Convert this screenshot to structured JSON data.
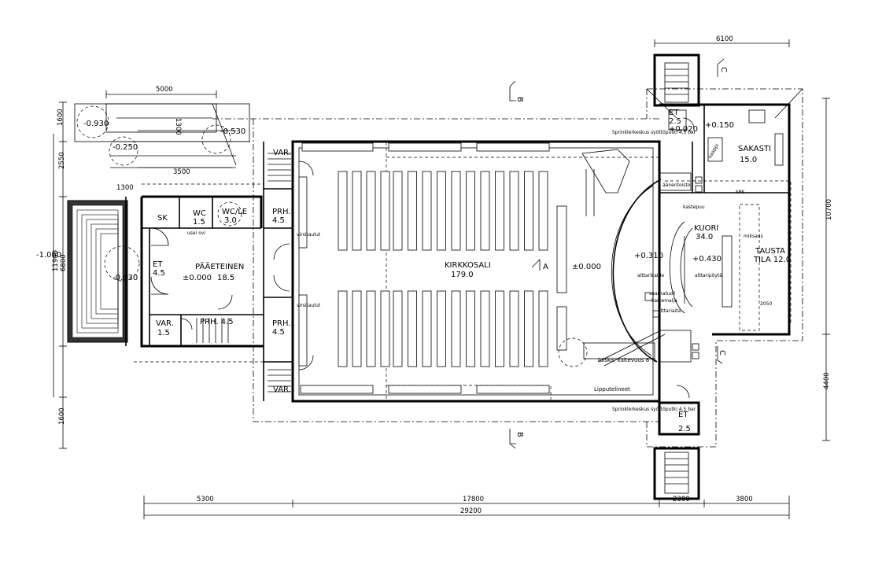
{
  "rooms": {
    "kirkkosali": {
      "name": "KIRKKOSALI",
      "area": "179.0"
    },
    "paaeteinen": {
      "name": "PÄÄETEINEN",
      "area": "18.5"
    },
    "kuori": {
      "name": "KUORI",
      "area": "34.0"
    },
    "sakasti": {
      "name": "SAKASTI",
      "area": "15.0"
    },
    "taustatila_1": "TAUSTA",
    "taustatila_2": "TILA 12.0",
    "sk": "SK",
    "wc1_name": "WC",
    "wc1_area": "1.5",
    "wc2_name": "WC/LE",
    "wc2_area": "3.0",
    "et_left_name": "ET",
    "et_left_area": "4.5",
    "et_top_name": "ET",
    "et_top_area": "2.5",
    "et_bottom_name": "ET",
    "et_bottom_area": "2.5",
    "var_top": "VAR.",
    "var_bottom": "VAR.",
    "var_left_name": "VAR.",
    "var_left_area": "1.5",
    "prh_top_name": "PRH.",
    "prh_top_area": "4.5",
    "prh_bottom_name": "PRH.",
    "prh_bottom_area": "4.5",
    "prh_hall": "PRH. 4.5"
  },
  "levels": {
    "kirkkosali": "±0.000",
    "paaeteinen": "±0.000",
    "kuori_left": "+0.310",
    "kuori_right": "+0.430",
    "sakasti_top": "+0.150",
    "et_top": "+0.020",
    "left_1": "-0.930",
    "left_2": "-0.530",
    "left_3": "-0.250",
    "left_4": "-1.060",
    "left_5": "-0.030"
  },
  "sections": {
    "a": "A",
    "b_top": "B",
    "b_bottom": "B",
    "c_top": "C",
    "c_bottom": "C"
  },
  "notes": {
    "ramp": "luiska, kaltevuus 8 %",
    "lipputelineet": "Lipputelineet",
    "sprinkler_top": "Sprinklerkeskus syöttöputki 4.5 bar",
    "sprinkler_bottom": "Sprinklerkeskus syöttöputki 4.5 bar",
    "spk": "SPK",
    "miksaus": "miksaus",
    "sakasti_closet": "kaappi",
    "usei_ovi": "usei ovi",
    "alttarikaide": "alttarikaide",
    "alttari": "alttaripöytä",
    "saarnatuoli": "saarnatuoli",
    "kastemalja": "kastemalja",
    "kuorikaide": "alttariaita",
    "virsitaulu_1": "virsitaulut",
    "virsitaulu_2": "virsitaulut",
    "aanentoisto": "äänentoisto",
    "kastepuu": "kastepuu",
    "small_2050": "2050"
  },
  "dimensions": {
    "top_6100": "6100",
    "top_5000": "5000",
    "top_3500": "3500",
    "top_1300a": "1300",
    "top_1300b": "1300",
    "left_1600a": "1600",
    "left_2550": "2550",
    "left_6800": "6800",
    "left_11900": "11900",
    "left_1600b": "1600",
    "right_10700": "10700",
    "right_4400": "4400",
    "bottom_5300": "5300",
    "bottom_17800": "17800",
    "bottom_2300": "2300",
    "bottom_3800": "3800",
    "bottom_29200": "29200"
  }
}
